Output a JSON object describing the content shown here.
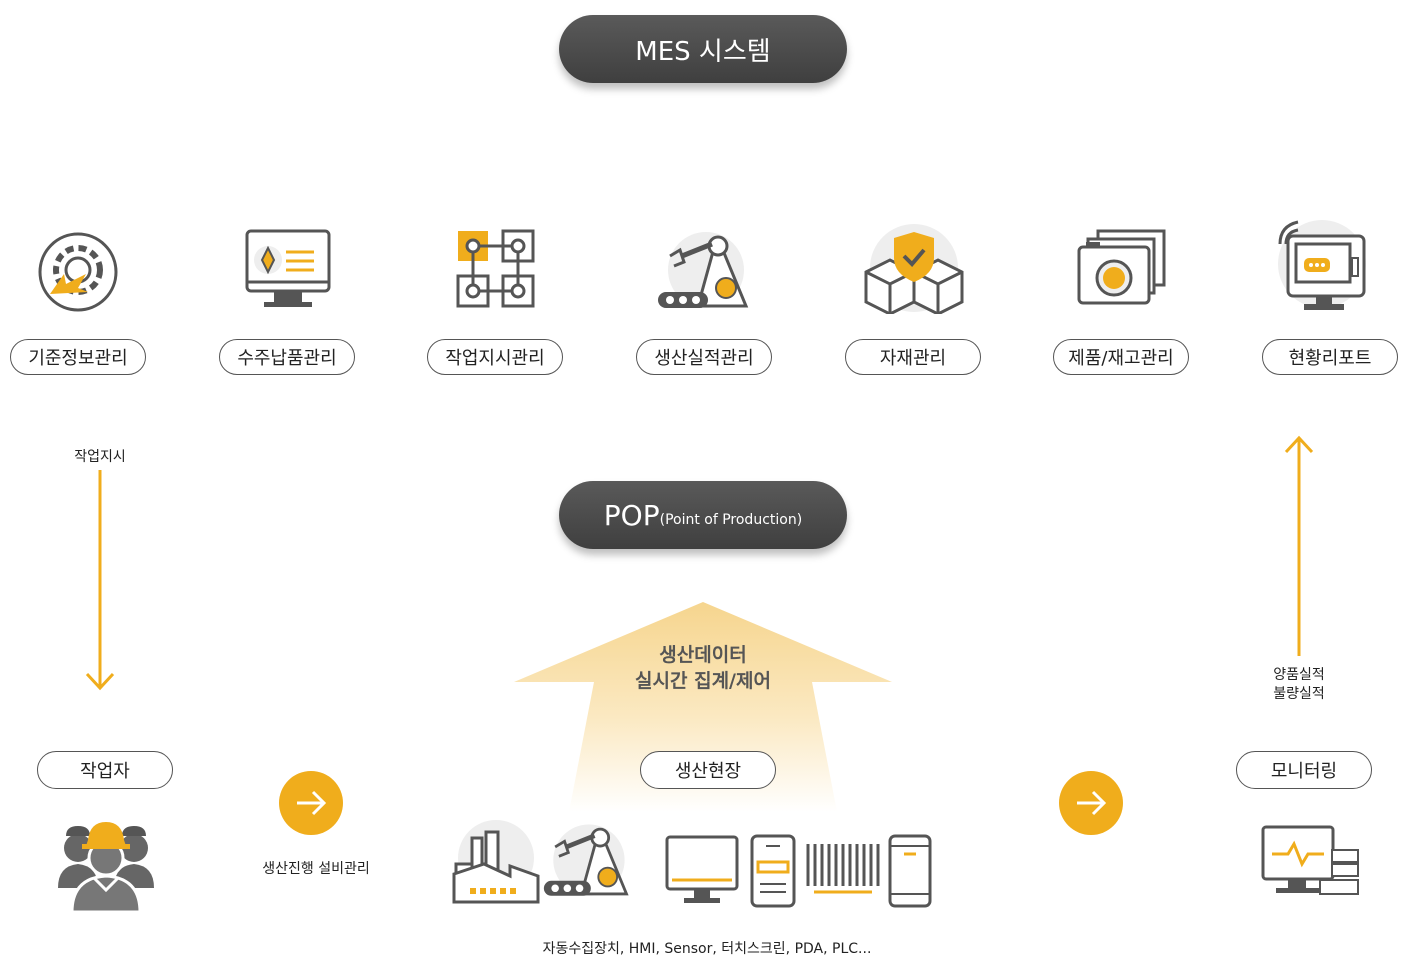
{
  "mes": {
    "title": "MES 시스템"
  },
  "pop": {
    "title": "POP",
    "subtitle": "(Point of Production)"
  },
  "modules": [
    {
      "label": "기준정보관리",
      "icon": "gear-icon"
    },
    {
      "label": "수주납품관리",
      "icon": "monitor-icon"
    },
    {
      "label": "작업지시관리",
      "icon": "flow-icon"
    },
    {
      "label": "생산실적관리",
      "icon": "robot-arm-icon"
    },
    {
      "label": "자재관리",
      "icon": "boxes-shield-icon"
    },
    {
      "label": "제품/재고관리",
      "icon": "photo-stack-icon"
    },
    {
      "label": "현황리포트",
      "icon": "report-monitor-icon"
    }
  ],
  "left_flow": {
    "label": "작업지시"
  },
  "right_flow": {
    "line1": "양품실적",
    "line2": "불량실적"
  },
  "center_arrow": {
    "line1": "생산데이터",
    "line2": "실시간 집계/제어"
  },
  "worker": {
    "label": "작업자"
  },
  "worker_caption": "생산진행 설비관리",
  "site": {
    "label": "생산현장"
  },
  "monitoring": {
    "label": "모니터링"
  },
  "devices_caption": "자동수집장치, HMI, Sensor, 터치스크린, PDA, PLC...",
  "colors": {
    "accent": "#f0ad1c",
    "dark": "#4a4a4a",
    "gray": "#777777"
  }
}
